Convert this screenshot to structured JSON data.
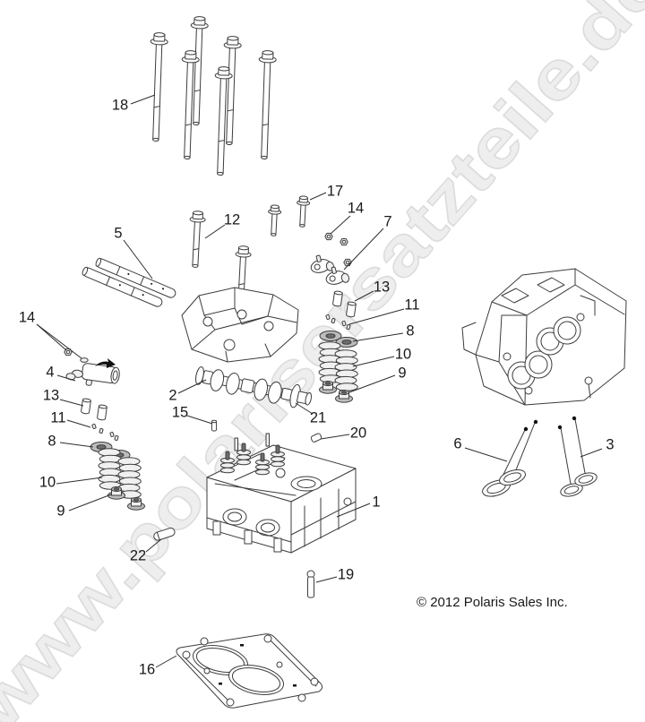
{
  "diagram": {
    "title": "cylinder-head-exploded-parts-diagram",
    "copyright": "© 2012 Polaris Sales Inc.",
    "watermark": {
      "text": "www.polarisersatzteile.de",
      "fill_color": "#eeeeee",
      "outline_color": "#dcdcdc"
    },
    "line_color": "#3c3c3c"
  },
  "callouts": [
    {
      "label": "18"
    },
    {
      "label": "12"
    },
    {
      "label": "17"
    },
    {
      "label": "14"
    },
    {
      "label": "7"
    },
    {
      "label": "13"
    },
    {
      "label": "11"
    },
    {
      "label": "8"
    },
    {
      "label": "10"
    },
    {
      "label": "9"
    },
    {
      "label": "5"
    },
    {
      "label": "14"
    },
    {
      "label": "4"
    },
    {
      "label": "13"
    },
    {
      "label": "11"
    },
    {
      "label": "8"
    },
    {
      "label": "10"
    },
    {
      "label": "9"
    },
    {
      "label": "2"
    },
    {
      "label": "15"
    },
    {
      "label": "21"
    },
    {
      "label": "20"
    },
    {
      "label": "1"
    },
    {
      "label": "22"
    },
    {
      "label": "19"
    },
    {
      "label": "6"
    },
    {
      "label": "3"
    },
    {
      "label": "16"
    }
  ]
}
